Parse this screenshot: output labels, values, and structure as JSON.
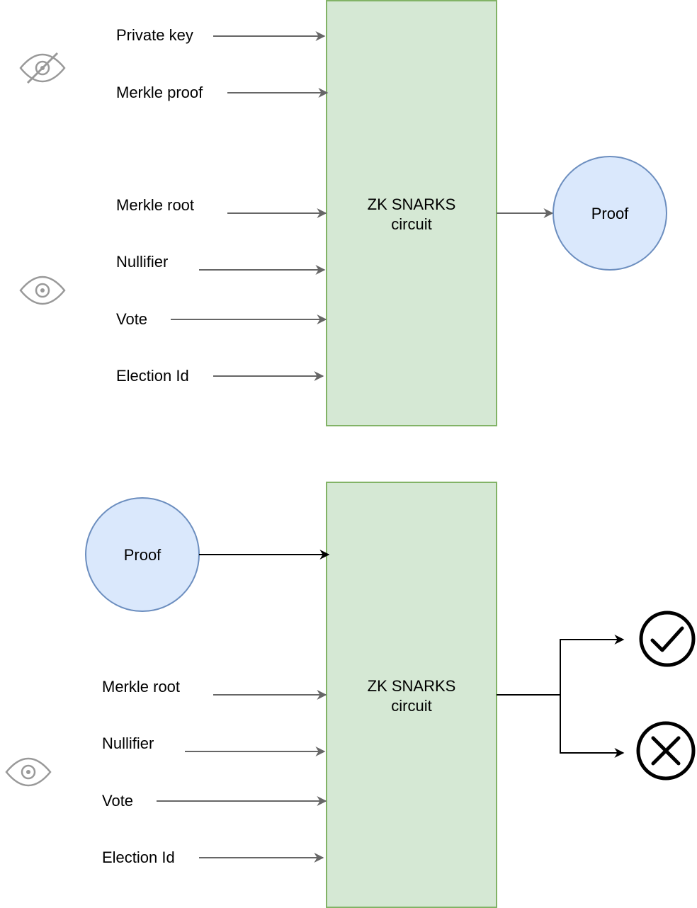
{
  "diagram_top": {
    "private_inputs": [
      "Private key",
      "Merkle proof"
    ],
    "public_inputs": [
      "Merkle root",
      "Nullifier",
      "Vote",
      "Election Id"
    ],
    "circuit_label": [
      "ZK SNARKS",
      "circuit"
    ],
    "output_label": "Proof"
  },
  "diagram_bottom": {
    "proof_label": "Proof",
    "public_inputs": [
      "Merkle root",
      "Nullifier",
      "Vote",
      "Election Id"
    ],
    "circuit_label": [
      "ZK SNARKS",
      "circuit"
    ]
  },
  "colors": {
    "circuit_fill": "#d5e8d4",
    "circuit_stroke": "#82b366",
    "proof_fill": "#dae8fc",
    "proof_stroke": "#6c8ebf",
    "arrow_gray": "#666666",
    "icon_gray": "#999999"
  },
  "icons": {
    "private_inputs": "eye-slash-icon",
    "public_inputs_top": "eye-icon",
    "public_inputs_bottom": "eye-icon",
    "valid_result": "check-circle-icon",
    "invalid_result": "x-circle-icon"
  }
}
